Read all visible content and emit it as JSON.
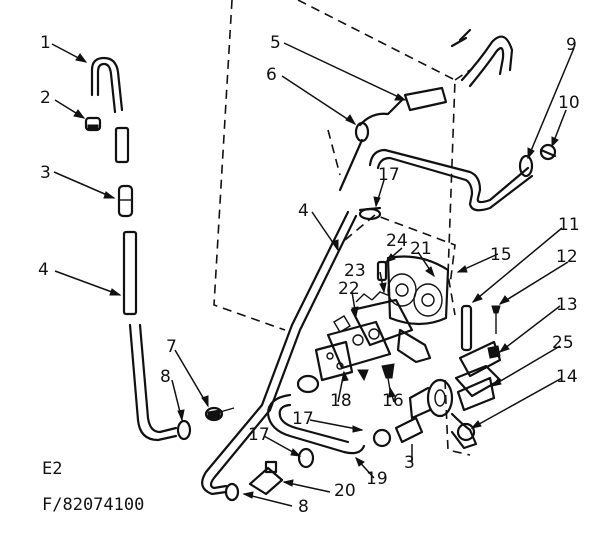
{
  "diagram": {
    "callouts": [
      {
        "id": "c1",
        "text": "1"
      },
      {
        "id": "c2",
        "text": "2"
      },
      {
        "id": "c3a",
        "text": "3"
      },
      {
        "id": "c4a",
        "text": "4"
      },
      {
        "id": "c5",
        "text": "5"
      },
      {
        "id": "c6",
        "text": "6"
      },
      {
        "id": "c4b",
        "text": "4"
      },
      {
        "id": "c7",
        "text": "7"
      },
      {
        "id": "c8a",
        "text": "8"
      },
      {
        "id": "c9",
        "text": "9"
      },
      {
        "id": "c10",
        "text": "10"
      },
      {
        "id": "c17a",
        "text": "17"
      },
      {
        "id": "c11",
        "text": "11"
      },
      {
        "id": "c24",
        "text": "24"
      },
      {
        "id": "c21",
        "text": "21"
      },
      {
        "id": "c23",
        "text": "23"
      },
      {
        "id": "c15",
        "text": "15"
      },
      {
        "id": "c12",
        "text": "12"
      },
      {
        "id": "c22",
        "text": "22"
      },
      {
        "id": "c13",
        "text": "13"
      },
      {
        "id": "c25",
        "text": "25"
      },
      {
        "id": "c18",
        "text": "18"
      },
      {
        "id": "c16",
        "text": "16"
      },
      {
        "id": "c14",
        "text": "14"
      },
      {
        "id": "c17b",
        "text": "17"
      },
      {
        "id": "c17c",
        "text": "17"
      },
      {
        "id": "c3b",
        "text": "3"
      },
      {
        "id": "c19",
        "text": "19"
      },
      {
        "id": "c20",
        "text": "20"
      },
      {
        "id": "c8b",
        "text": "8"
      }
    ],
    "model_code_1": "E2",
    "model_code_2": "F/82074100"
  }
}
